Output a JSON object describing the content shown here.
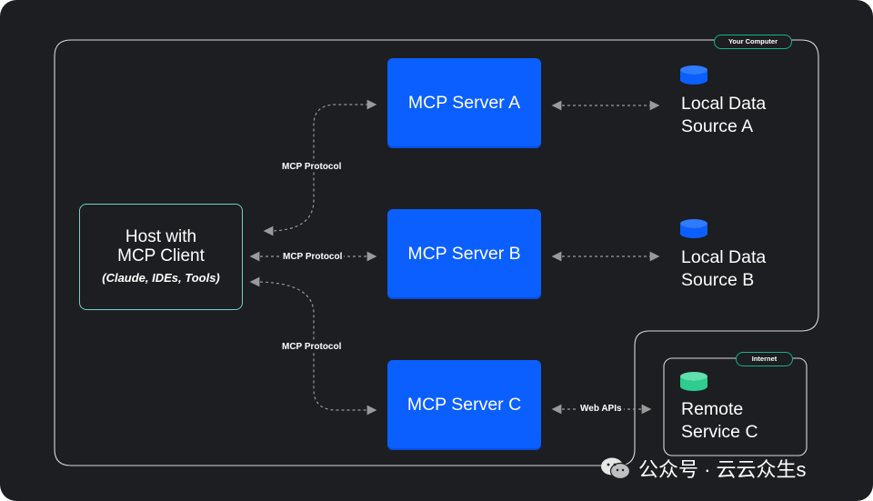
{
  "zones": {
    "computer_label": "Your Computer",
    "internet_label": "Internet"
  },
  "host": {
    "line1": "Host with",
    "line2": "MCP Client",
    "line3": "(Claude, IDEs, Tools)"
  },
  "servers": [
    {
      "label": "MCP Server A"
    },
    {
      "label": "MCP Server B"
    },
    {
      "label": "MCP Server C"
    }
  ],
  "sources": [
    {
      "line1": "Local Data",
      "line2": "Source A",
      "icon": "database-icon",
      "color": "#0b5fff"
    },
    {
      "line1": "Local Data",
      "line2": "Source B",
      "icon": "database-icon",
      "color": "#0b5fff"
    },
    {
      "line1": "Remote",
      "line2": "Service C",
      "icon": "database-icon",
      "color": "#2ecc8f"
    }
  ],
  "connections": {
    "protocol_a": "MCP Protocol",
    "protocol_b": "MCP Protocol",
    "protocol_c": "MCP Protocol",
    "web_apis": "Web APIs"
  },
  "watermark": {
    "text": "公众号 · 云云众生s",
    "icon": "wechat-icon"
  },
  "colors": {
    "background": "#1c1e21",
    "server": "#0b5fff",
    "host_border": "#6fd0cc",
    "zone_border": "#19b08e",
    "remote_db": "#2ecc8f"
  }
}
